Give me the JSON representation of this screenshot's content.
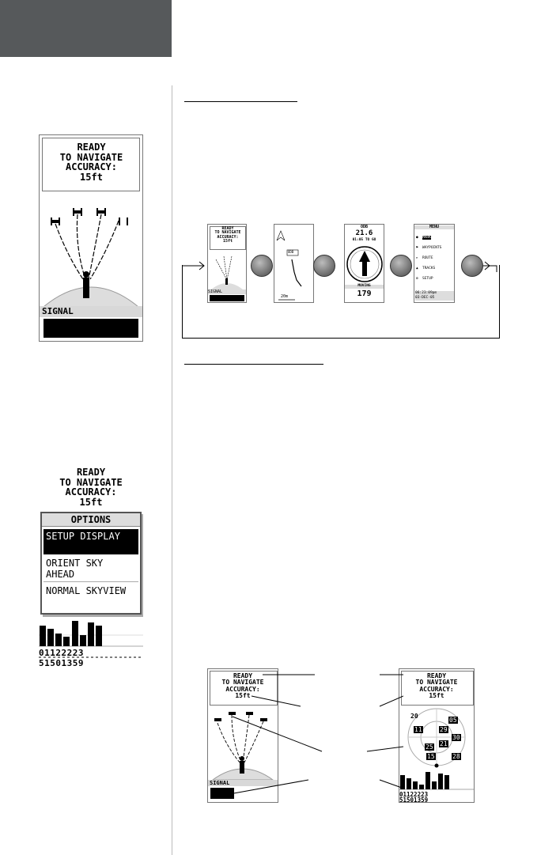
{
  "screen1": {
    "line1": "READY",
    "line2": "TO NAVIGATE",
    "line3": "ACCURACY:",
    "line4": "15ft",
    "signal": "SIGNAL"
  },
  "screen2": {
    "line1": "READY",
    "line2": "TO NAVIGATE",
    "line3": "ACCURACY:",
    "line4": "15ft",
    "options_title": "OPTIONS",
    "options": [
      "SETUP DISPLAY",
      "ORIENT SKY AHEAD",
      "NORMAL SKYVIEW"
    ],
    "sat_ids_row1": "01122223",
    "sat_ids_row2": "51501359"
  },
  "flow": {
    "p1": {
      "l1": "READY",
      "l2": "TO NAVIGATE",
      "l3": "ACCURACY:",
      "l4": "15ft",
      "signal": "SIGNAL"
    },
    "p2": {
      "scale": "20m",
      "label": "ODB"
    },
    "p3": {
      "top": "ODB",
      "distance": "21.6",
      "time": "01:05  TO GO",
      "heading_label": "MOVING",
      "heading": "179"
    },
    "p4": {
      "title": "MENU",
      "items": [
        "MARK",
        "WAYPOINTS",
        "ROUTE",
        "TRACKS",
        "SETUP"
      ],
      "footer1": "06:23:09pm",
      "footer2": "03-DEC-05"
    }
  },
  "bottom_left": {
    "l1": "READY",
    "l2": "TO NAVIGATE",
    "l3": "ACCURACY:",
    "l4": "15ft",
    "signal": "SIGNAL"
  },
  "bottom_right": {
    "l1": "READY",
    "l2": "TO NAVIGATE",
    "l3": "ACCURACY:",
    "l4": "15ft",
    "ring_label": "20",
    "sats": [
      "05",
      "11",
      "29",
      "30",
      "21",
      "25",
      "15",
      "28"
    ],
    "ids_row1": "01122223",
    "ids_row2": "51501359"
  }
}
